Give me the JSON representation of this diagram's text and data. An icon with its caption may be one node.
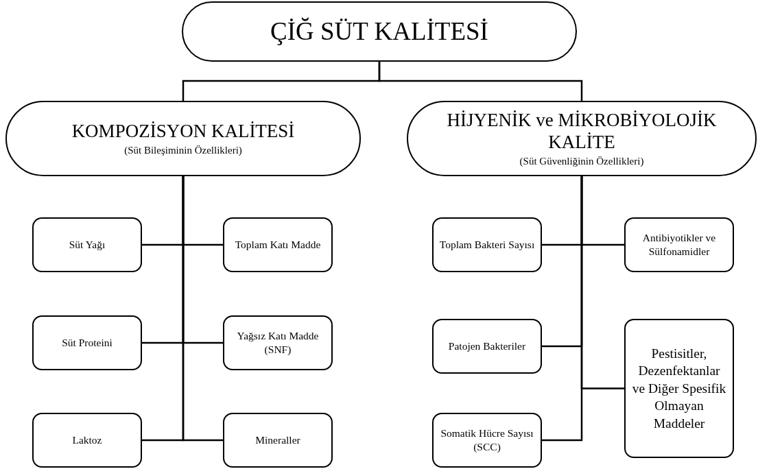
{
  "diagram": {
    "nodes": [
      {
        "text": [
          "ÇİĞ SÜT KALİTESİ"
        ]
      },
      {
        "text": [
          "KOMPOZİSYON KALİTESİ",
          "(Süt Bileşiminin Özellikleri)"
        ]
      },
      {
        "text": [
          "Süt Yağı"
        ]
      },
      {
        "text": [
          "Toplam Katı Madde"
        ]
      },
      {
        "text": [
          "Süt Proteini"
        ]
      },
      {
        "text": [
          "Yağsız Katı Madde (SNF)"
        ]
      },
      {
        "text": [
          "Laktoz"
        ]
      },
      {
        "text": [
          "Mineraller"
        ]
      },
      {
        "text": [
          "HİJYENİK ve MİKROBİYOLOJİK KALİTE",
          "(Süt Güvenliğinin Özellikleri)"
        ]
      },
      {
        "text": [
          "Toplam Bakteri Sayısı"
        ]
      },
      {
        "text": [
          "Antibiyotikler ve Sülfonamidler"
        ]
      },
      {
        "text": [
          "Patojen Bakteriler"
        ]
      },
      {
        "text": [
          "Pestisitler, Dezenfektanlar ve Diğer Spesifik Olmayan Maddeler"
        ]
      },
      {
        "text": [
          "Somatik Hücre Sayısı (SCC)"
        ]
      }
    ],
    "edges": [
      {
        "from": 0,
        "to": 1,
        "arrow": "none"
      },
      {
        "from": 0,
        "to": 8,
        "arrow": "none"
      },
      {
        "from": 1,
        "to": 2,
        "arrow": "none"
      },
      {
        "from": 1,
        "to": 3,
        "arrow": "none"
      },
      {
        "from": 1,
        "to": 4,
        "arrow": "none"
      },
      {
        "from": 1,
        "to": 5,
        "arrow": "none"
      },
      {
        "from": 1,
        "to": 6,
        "arrow": "none"
      },
      {
        "from": 1,
        "to": 7,
        "arrow": "none"
      },
      {
        "from": 8,
        "to": 9,
        "arrow": "none"
      },
      {
        "from": 8,
        "to": 10,
        "arrow": "none"
      },
      {
        "from": 8,
        "to": 11,
        "arrow": "none"
      },
      {
        "from": 8,
        "to": 12,
        "arrow": "none"
      },
      {
        "from": 8,
        "to": 13,
        "arrow": "none"
      }
    ]
  }
}
